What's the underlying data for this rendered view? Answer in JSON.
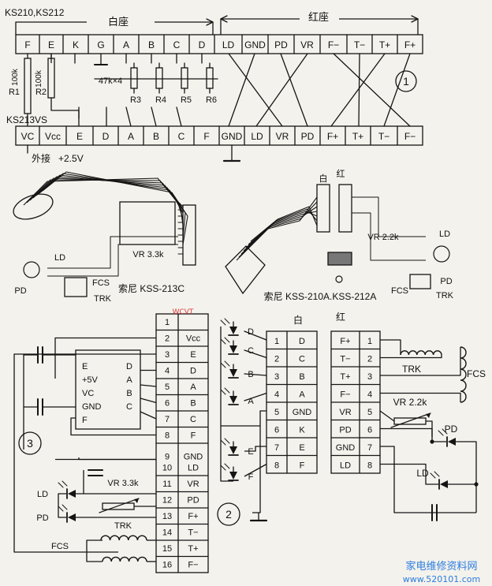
{
  "top": {
    "model_top": "KS210,KS212",
    "white_seat": "白座",
    "red_seat": "红座",
    "row1": [
      "F",
      "E",
      "K",
      "G",
      "A",
      "B",
      "C",
      "D",
      "LD",
      "GND",
      "PD",
      "VR",
      "F−",
      "T−",
      "T+",
      "F+"
    ],
    "r1_val": "100k",
    "r2_val": "100k",
    "r1": "R1",
    "r2": "R2",
    "cap": "47k×4",
    "r3": "R3",
    "r4": "R4",
    "r5": "R5",
    "r6": "R6",
    "vcc": "+2.5V",
    "model_bottom": "KS213VS",
    "row2": [
      "VC",
      "Vcc",
      "E",
      "D",
      "A",
      "B",
      "C",
      "F",
      "GND",
      "LD",
      "VR",
      "PD",
      "F+",
      "T+",
      "T−",
      "F−"
    ],
    "ext": "外接",
    "circle": "①"
  },
  "mid": {
    "ld": "LD",
    "vr": "VR 3.3k",
    "pd": "PD",
    "fcs": "FCS",
    "trk": "TRK",
    "caption_left": "索尼 KSS-213C",
    "white": "白",
    "red": "红",
    "ld_r": "LD",
    "vr_r": "VR 2.2k",
    "pd_r": "PD",
    "fcs_r": "FCS",
    "trk_r": "TRK",
    "caption_right": "索尼 KSS-210A.KSS-212A"
  },
  "left3": {
    "circle": "③",
    "ic": [
      "E",
      "+5V",
      "VC",
      "GND",
      "F"
    ],
    "ic_r": [
      "D",
      "A",
      "B",
      "C"
    ],
    "ld": "LD",
    "pd": "PD",
    "vr": "VR 3.3k",
    "trk": "TRK",
    "fcs": "FCS",
    "pins": [
      "1",
      "2",
      "3",
      "4",
      "5",
      "6",
      "7",
      "8",
      "9",
      "10",
      "11",
      "12",
      "13",
      "14",
      "15",
      "16"
    ],
    "labels": [
      "",
      "Vcc",
      "E",
      "D",
      "A",
      "B",
      "C",
      "F",
      "GND",
      "LD",
      "VR",
      "PD",
      "F+",
      "T−",
      "T+",
      "F−"
    ],
    "mark": "WCVT"
  },
  "right2": {
    "white": "白",
    "red": "红",
    "circle": "②",
    "diodes_left": [
      "D",
      "C",
      "B",
      "A",
      "E",
      "F"
    ],
    "white_pins": [
      "1",
      "2",
      "3",
      "4",
      "5",
      "6",
      "7",
      "8"
    ],
    "white_labels": [
      "D",
      "C",
      "B",
      "A",
      "GND",
      "K",
      "E",
      "F"
    ],
    "red_labels": [
      "F+",
      "T−",
      "T+",
      "F−",
      "VR",
      "PD",
      "GND",
      "LD"
    ],
    "red_pins": [
      "1",
      "2",
      "3",
      "4",
      "5",
      "6",
      "7",
      "8"
    ],
    "trk": "TRK",
    "fcs": "FCS",
    "vr": "VR  2.2k",
    "pd": "PD",
    "ld": "LD"
  },
  "watermark": {
    "cn": "家电维修资料网",
    "url": "www.520101.com"
  }
}
